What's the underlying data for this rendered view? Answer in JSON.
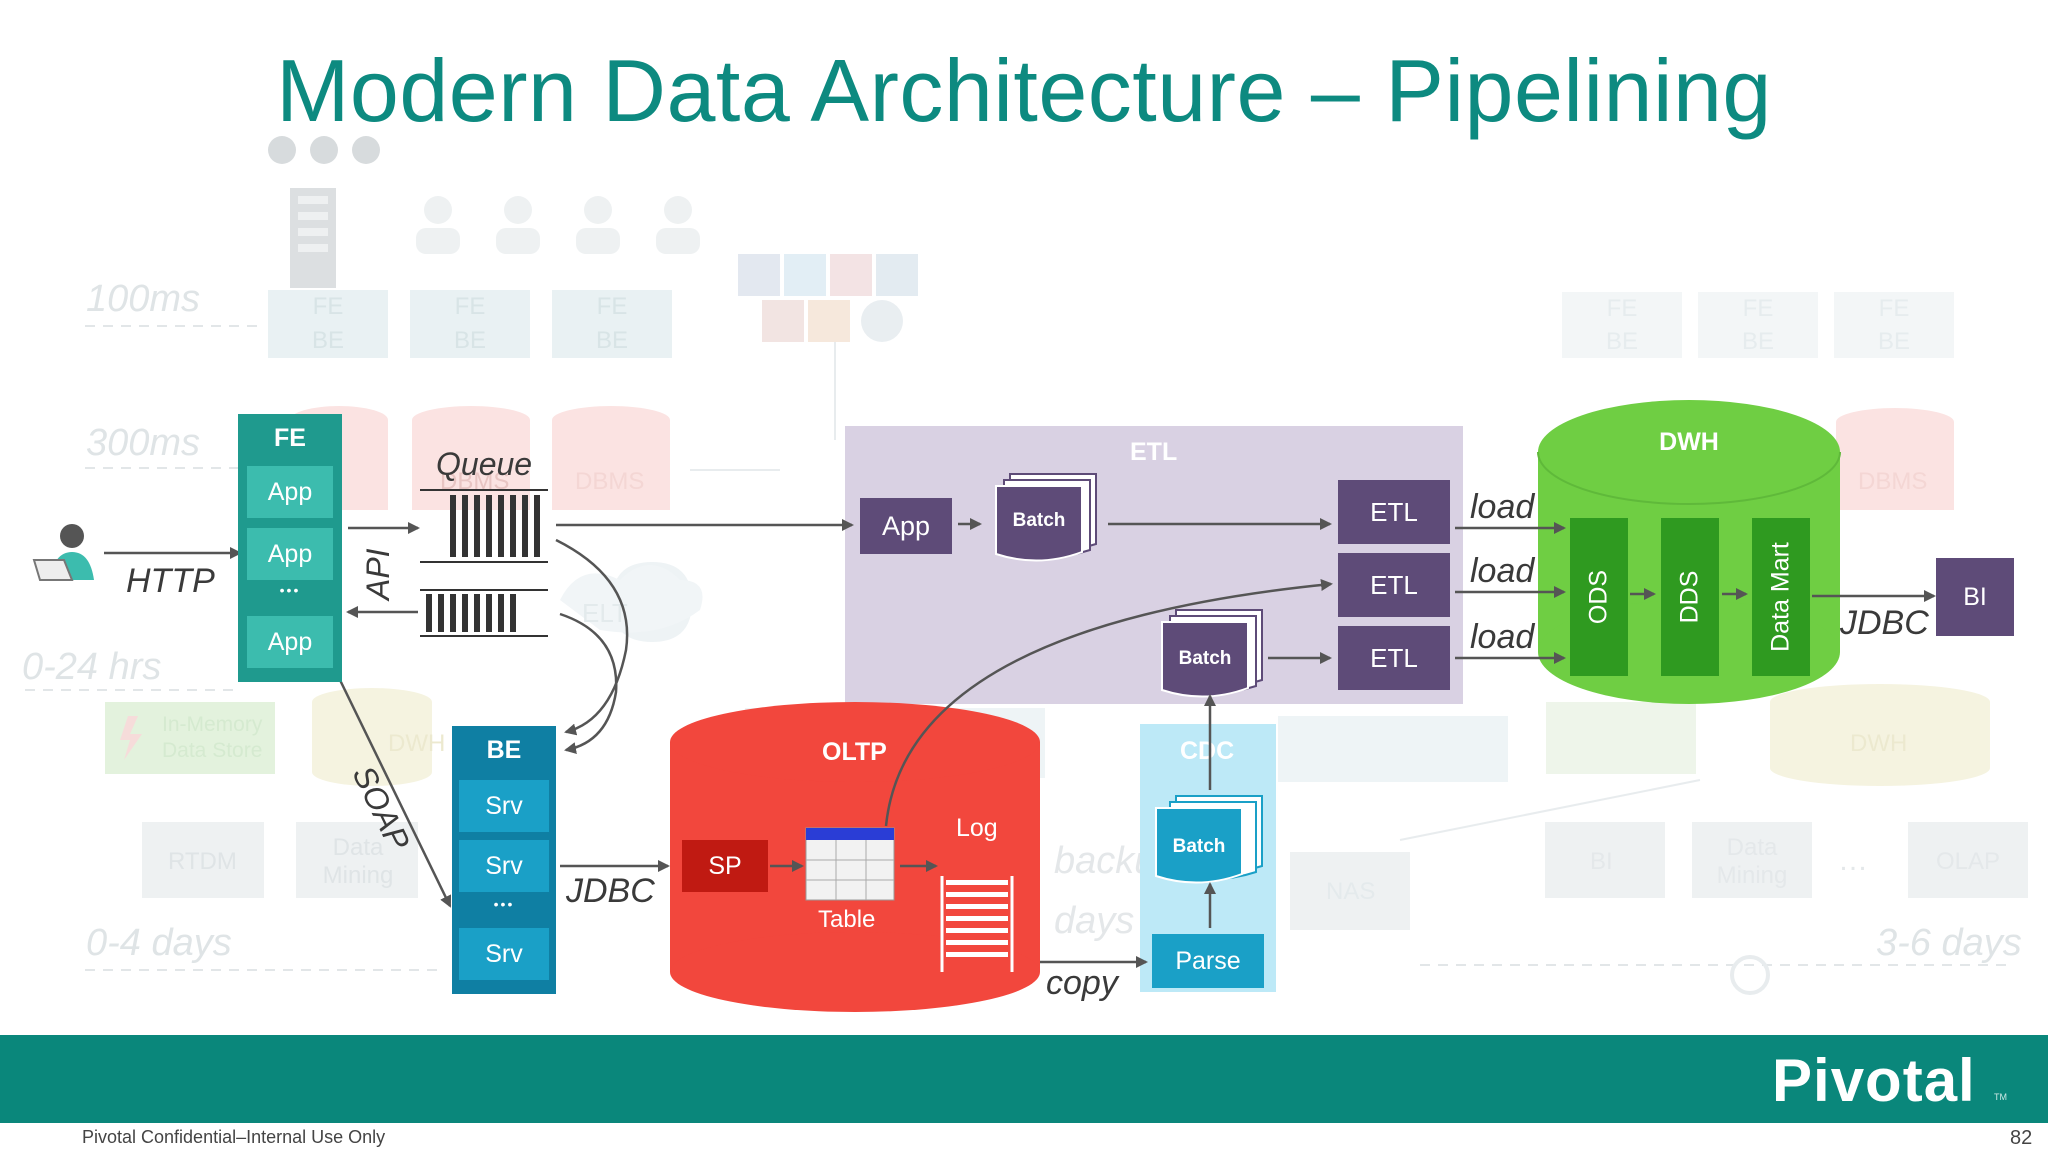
{
  "slide": {
    "title": "Modern Data Architecture – Pipelining",
    "confidential": "Pivotal Confidential–Internal Use Only",
    "page_number": "82",
    "logo": "Pivotal",
    "logo_tm": "TM"
  },
  "background_ghost": {
    "latencies": [
      "100ms",
      "300ms",
      "0-24 hrs",
      "0-4 days",
      "3-6 days"
    ],
    "fe_be_left": [
      [
        "FE",
        "BE"
      ],
      [
        "FE",
        "BE"
      ],
      [
        "FE",
        "BE"
      ]
    ],
    "fe_be_right": [
      [
        "FE",
        "BE"
      ],
      [
        "FE",
        "BE"
      ],
      [
        "FE",
        "BE"
      ]
    ],
    "dbms": [
      "DBMS",
      "DBMS",
      "DBMS"
    ],
    "elt": "ELT",
    "in_memory": "In-Memory Data Store",
    "dwh_left": "DWH",
    "dwh_right": "DWH",
    "rtdm": "RTDM",
    "data_mining_left": "Data Mining",
    "backup": "backup / r",
    "days": "days",
    "nas": "NAS",
    "bi_right": "BI",
    "data_mining_right": "Data Mining",
    "olap": "OLAP",
    "ellipsis": "…"
  },
  "diagram": {
    "http": "HTTP",
    "api": "API",
    "soap": "SOAP",
    "queue": "Queue",
    "jdbc_oltp": "JDBC",
    "jdbc_bi": "JDBC",
    "copy": "copy",
    "fe": {
      "header": "FE",
      "items": [
        "App",
        "App",
        "App"
      ],
      "dots": "•••"
    },
    "be": {
      "header": "BE",
      "items": [
        "Srv",
        "Srv",
        "Srv"
      ],
      "dots": "•••"
    },
    "etl_panel": {
      "title": "ETL",
      "app": "App",
      "batch": "Batch",
      "batch2": "Batch",
      "etl_boxes": [
        "ETL",
        "ETL",
        "ETL"
      ],
      "loads": [
        "load",
        "load",
        "load"
      ]
    },
    "oltp": {
      "title": "OLTP",
      "sp": "SP",
      "table": "Table",
      "log": "Log"
    },
    "cdc": {
      "title": "CDC",
      "batch": "Batch",
      "parse": "Parse"
    },
    "dwh": {
      "title": "DWH",
      "columns": [
        "ODS",
        "DDS",
        "Data Mart"
      ]
    },
    "bi": "BI"
  },
  "colors": {
    "title": "#0d8a80",
    "fe": "#1f9a8e",
    "be": "#0f7fa3",
    "etl_panel": "#d7cee2",
    "etl_box": "#5e4b78",
    "oltp": "#f2473d",
    "cdc": "#bde9f7",
    "dwh": "#6fce43",
    "footer": "#0a877b"
  }
}
